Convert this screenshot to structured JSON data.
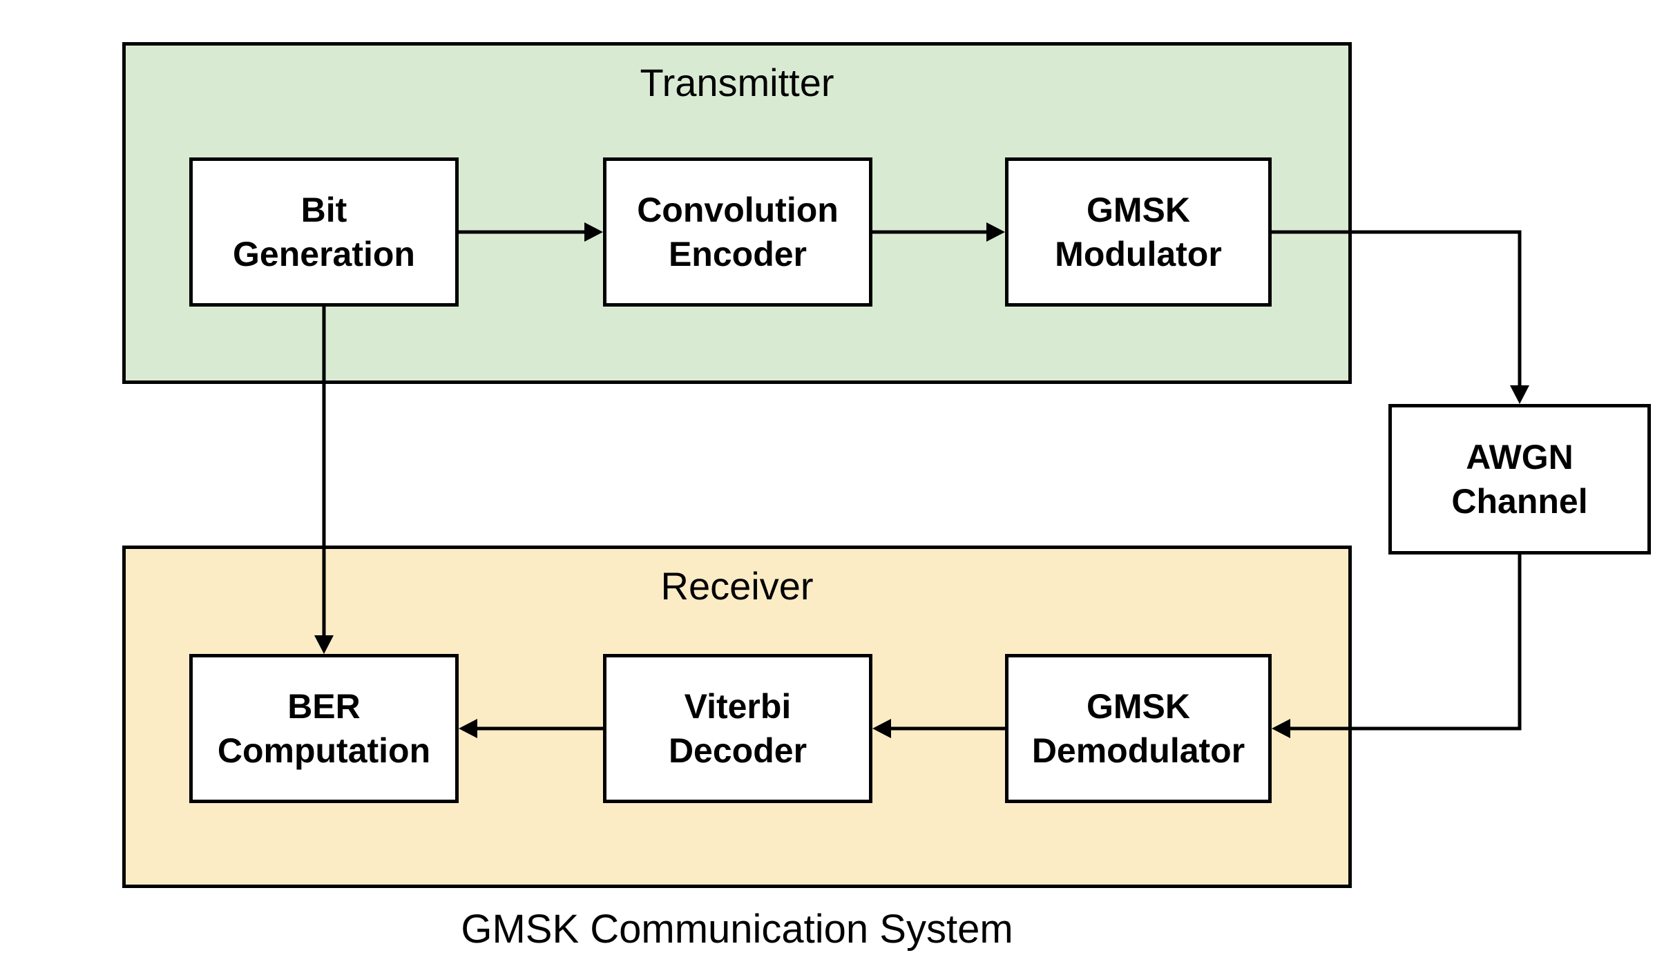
{
  "diagram": {
    "caption": "GMSK Communication System",
    "colors": {
      "transmitter_fill": "#D9EAD3",
      "receiver_fill": "#FCECC6",
      "node_fill": "#FFFFFF",
      "line": "#000000"
    },
    "groups": {
      "transmitter": {
        "label": "Transmitter"
      },
      "receiver": {
        "label": "Receiver"
      }
    },
    "nodes": {
      "bit_generation": {
        "label": "Bit\nGeneration"
      },
      "convolution_encoder): ": null,
      "convolution_encoder": {
        "label": "Convolution\nEncoder"
      },
      "gmsk_modulator": {
        "label": "GMSK\nModulator"
      },
      "awgn_channel": {
        "label": "AWGN\nChannel"
      },
      "gmsk_demodulator": {
        "label": "GMSK\nDemodulator"
      },
      "viterbi_decoder": {
        "label": "Viterbi\nDecoder"
      },
      "ber_computation": {
        "label": "BER\nComputation"
      }
    },
    "connections": [
      {
        "from": "bit_generation",
        "to": "convolution_encoder"
      },
      {
        "from": "convolution_encoder",
        "to": "gmsk_modulator"
      },
      {
        "from": "gmsk_modulator",
        "to": "awgn_channel"
      },
      {
        "from": "awgn_channel",
        "to": "gmsk_demodulator"
      },
      {
        "from": "gmsk_demodulator",
        "to": "viterbi_decoder"
      },
      {
        "from": "viterbi_decoder",
        "to": "ber_computation"
      },
      {
        "from": "bit_generation",
        "to": "ber_computation"
      }
    ]
  }
}
